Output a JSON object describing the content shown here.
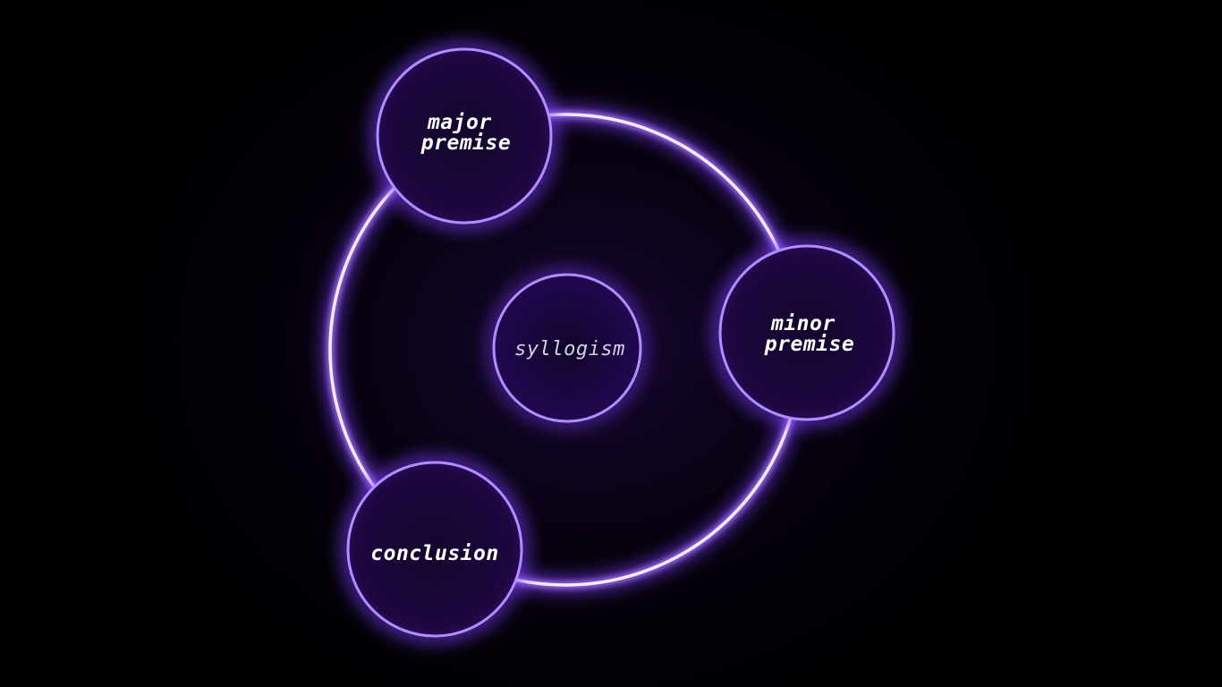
{
  "diagram": {
    "center": {
      "label": "syllogism"
    },
    "nodes": [
      {
        "id": "major",
        "lines": [
          "major",
          "premise"
        ]
      },
      {
        "id": "minor",
        "lines": [
          "minor",
          "premise"
        ]
      },
      {
        "id": "conclusion",
        "lines": [
          "conclusion"
        ]
      }
    ]
  },
  "colors": {
    "background": "#000000",
    "ring_glow": "#7a3cff",
    "ring_core": "#f3ecff",
    "node_fill": "#1a0638",
    "node_stroke": "#b48cff",
    "text": "#ffffff"
  }
}
